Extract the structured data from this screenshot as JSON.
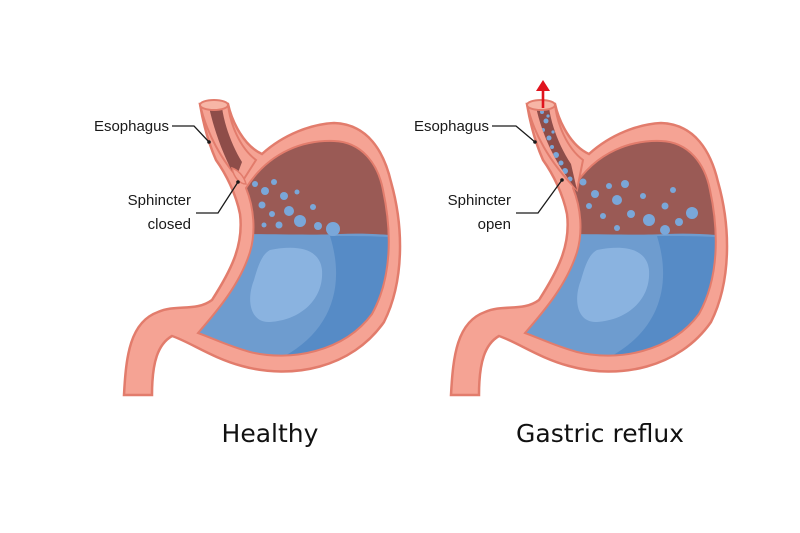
{
  "colors": {
    "wall_outer": "#f5a394",
    "wall_edge": "#e27c6c",
    "wall_inner": "#f7b6a6",
    "gas_space": "#9a5a55",
    "esophagus_inner": "#8e4d49",
    "acid": "#6e9ccf",
    "acid_dark": "#4f85c3",
    "acid_highlight": "#8fb7e3",
    "bubble": "#7aa7d9",
    "reflux_arrow": "#e0141e",
    "label_text": "#1a1a1a"
  },
  "panels": [
    {
      "id": "healthy",
      "caption": "Healthy",
      "esophagus_label": "Esophagus",
      "sphincter_label": [
        "Sphincter",
        "closed"
      ],
      "sphincter_state": "closed",
      "reflux_arrow": false
    },
    {
      "id": "reflux",
      "caption": "Gastric reflux",
      "esophagus_label": "Esophagus",
      "sphincter_label": [
        "Sphincter",
        "open"
      ],
      "sphincter_state": "open",
      "reflux_arrow": true,
      "reflux_arrow_icon": "up-arrow-icon"
    }
  ]
}
